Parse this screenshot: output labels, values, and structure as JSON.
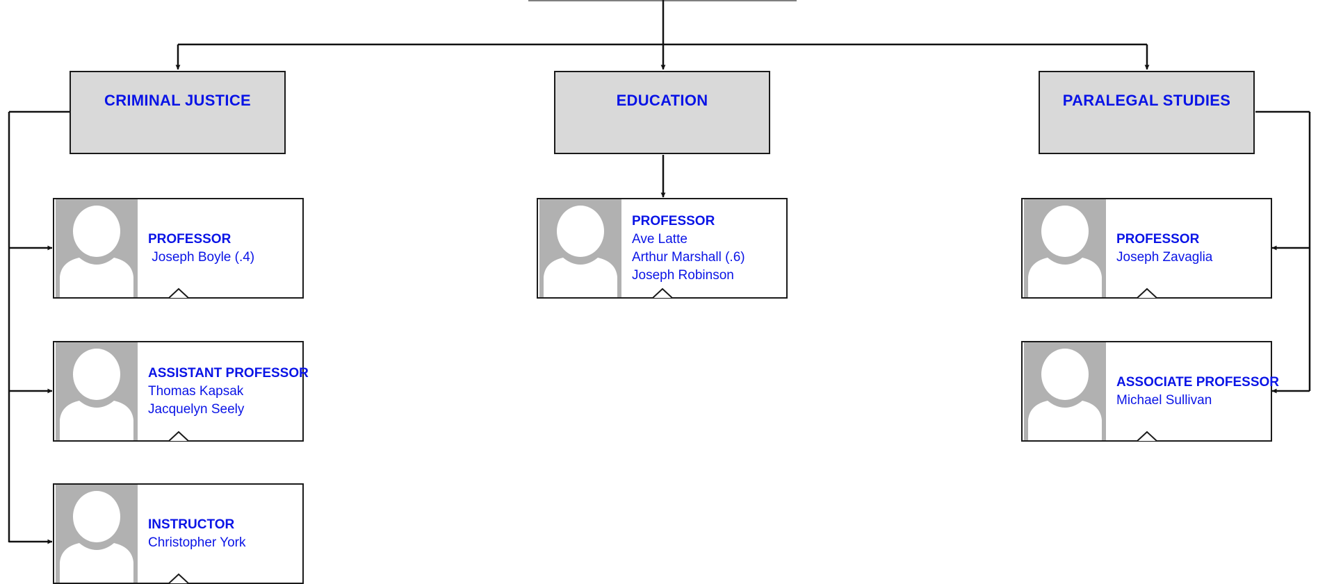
{
  "departments": [
    {
      "label": "CRIMINAL JUSTICE"
    },
    {
      "label": "EDUCATION"
    },
    {
      "label": "PARALEGAL STUDIES"
    }
  ],
  "cards": [
    {
      "title": "PROFESSOR",
      "people": [
        " Joseph Boyle (.4)"
      ]
    },
    {
      "title": "ASSISTANT PROFESSOR",
      "people": [
        "Thomas Kapsak",
        "Jacquelyn Seely"
      ]
    },
    {
      "title": "INSTRUCTOR",
      "people": [
        "Christopher York"
      ]
    },
    {
      "title": "PROFESSOR",
      "people": [
        "Ave Latte",
        "Arthur Marshall (.6)",
        "Joseph Robinson"
      ]
    },
    {
      "title": "PROFESSOR",
      "people": [
        "Joseph Zavaglia"
      ]
    },
    {
      "title": "ASSOCIATE PROFESSOR",
      "people": [
        "Michael Sullivan"
      ]
    }
  ],
  "colors": {
    "text": "#0a14e6",
    "department_fill": "#d9d9d9",
    "avatar_fill": "#b1b1b1",
    "border": "#1a1a1a"
  },
  "icons": [
    "person-silhouette-icon",
    "arrow-icon"
  ]
}
